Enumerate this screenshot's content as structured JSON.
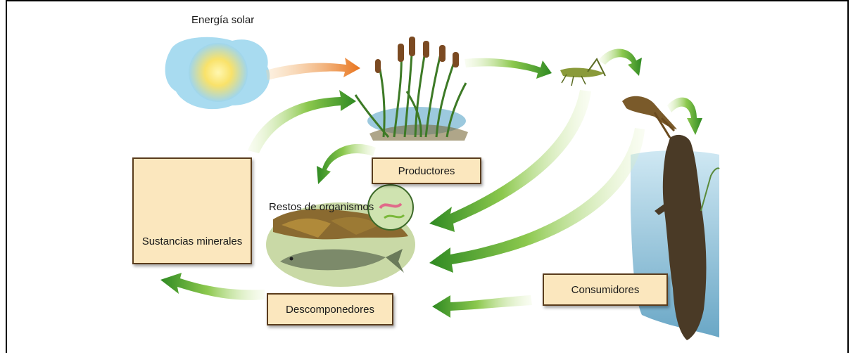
{
  "diagram": {
    "sun_label": "Energía solar",
    "producers_label": "Productores",
    "consumers_label": "Consumidores",
    "decomposers_label": "Descomponedores",
    "minerals_label": "Sustancias minerales",
    "remains_label": "Restos de organismos"
  },
  "colors": {
    "box_fill": "#fbe7be",
    "box_border": "#5a3c1c",
    "arrow_green": "#3e9a2a",
    "arrow_orange": "#e8731c",
    "water": "#9fcde3"
  },
  "icons": [
    "sun-icon",
    "cattail-plant-icon",
    "grasshopper-icon",
    "frog-icon",
    "otter-icon",
    "fish-icon",
    "mineral-molecule-icon",
    "magnifier-icon"
  ]
}
